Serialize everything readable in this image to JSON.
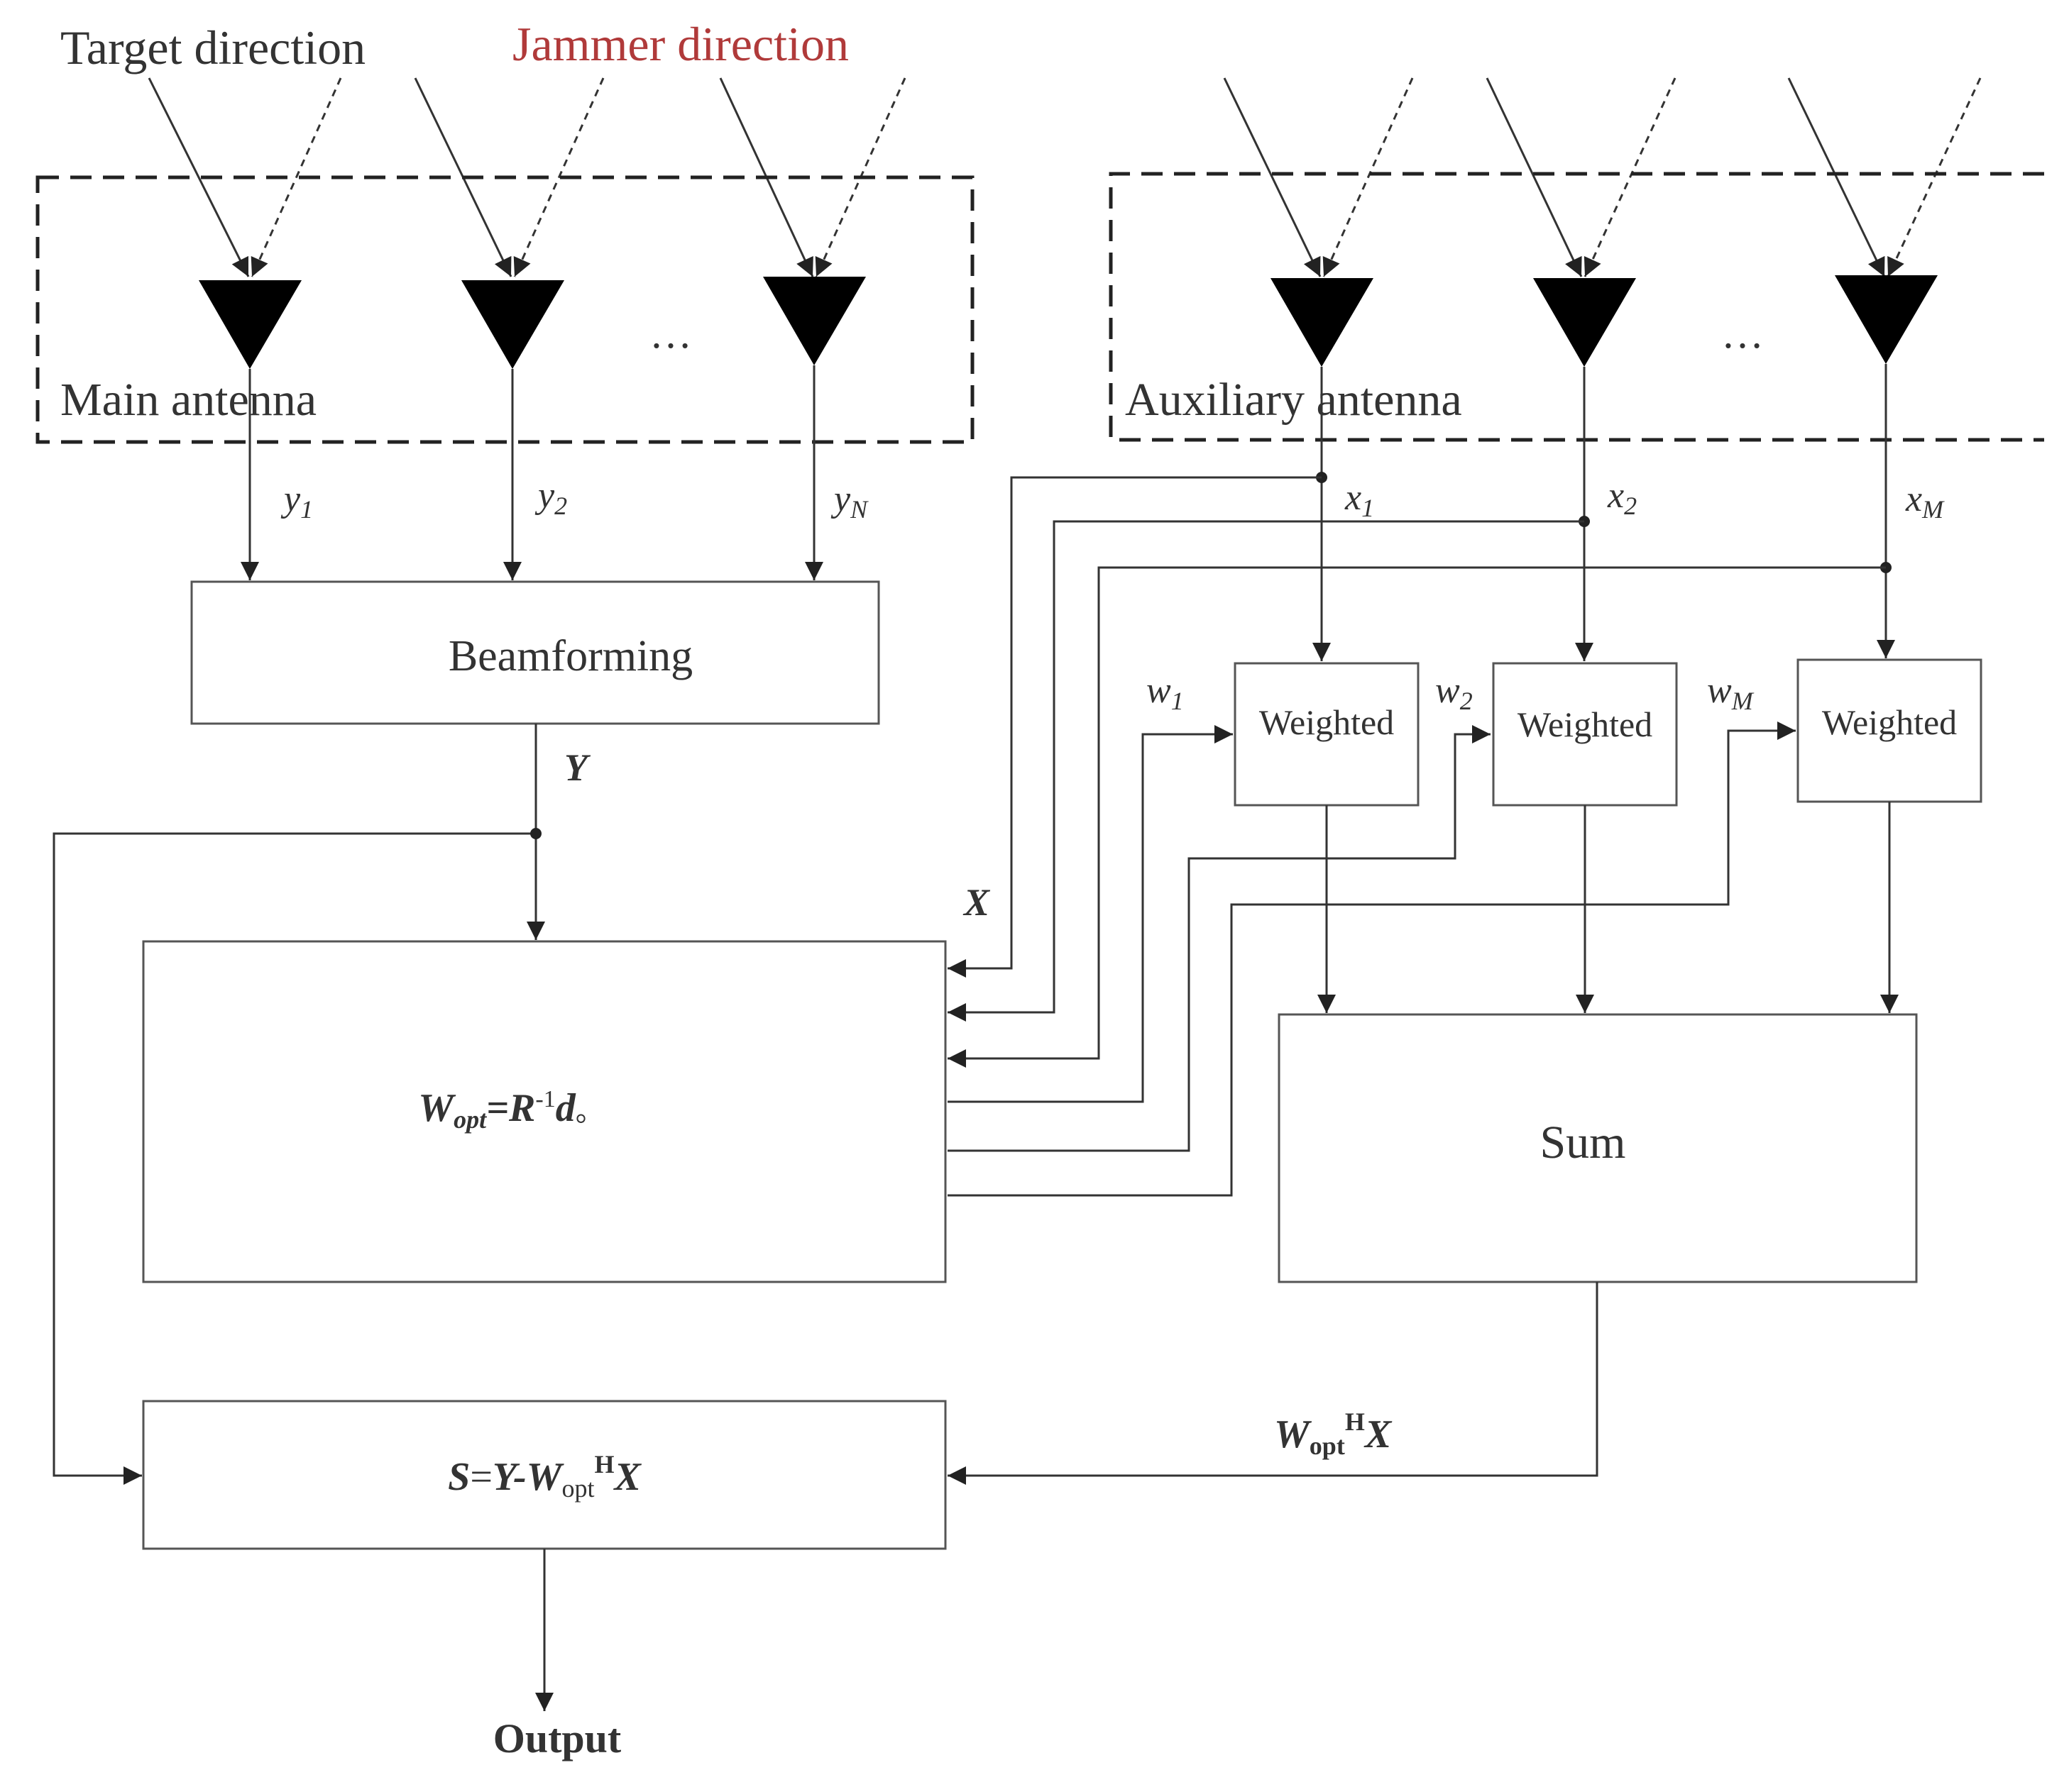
{
  "labels": {
    "target_direction": "Target direction",
    "jammer_direction": "Jammer direction",
    "main_antenna": "Main antenna",
    "auxiliary_antenna": "Auxiliary antenna",
    "ellipsis_main": "…",
    "ellipsis_aux": "…"
  },
  "signals": {
    "y1": {
      "base": "y",
      "sub": "1"
    },
    "y2": {
      "base": "y",
      "sub": "2"
    },
    "yN": {
      "base": "y",
      "sub": "N"
    },
    "x1": {
      "base": "x",
      "sub": "1"
    },
    "x2": {
      "base": "x",
      "sub": "2"
    },
    "xM": {
      "base": "x",
      "sub": "M"
    },
    "w1": {
      "base": "w",
      "sub": "1"
    },
    "w2": {
      "base": "w",
      "sub": "2"
    },
    "wM": {
      "base": "w",
      "sub": "M"
    },
    "Y": "Y",
    "X": "X"
  },
  "blocks": {
    "beamforming": "Beamforming",
    "weighted": "Weighted",
    "sum": "Sum",
    "wopt_eq": {
      "W": "W",
      "sub": "opt",
      "eq": "=",
      "R": "R",
      "sup": "-1",
      "d": "d",
      "end": "。"
    },
    "output_eq": {
      "S": "S",
      "eq": "=",
      "Y": "Y",
      "minus": "-",
      "W": "W",
      "sub": "opt",
      "sup": "H",
      "X": "X"
    }
  },
  "feedback_label": {
    "W": "W",
    "sub": "opt",
    "sup": "H",
    "X": "X"
  },
  "output_label": "Output",
  "colors": {
    "line": "#333333",
    "jammer_text": "#b03a3a",
    "text": "#333333"
  }
}
